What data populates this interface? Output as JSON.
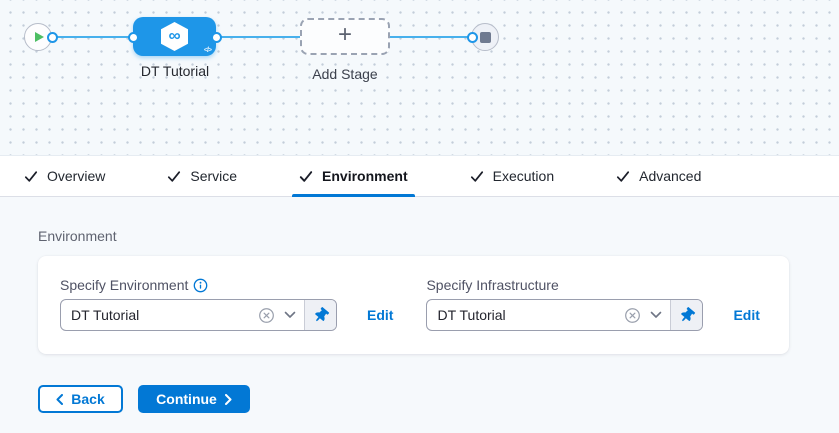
{
  "pipeline": {
    "stage_label": "DT Tutorial",
    "stage_code_glyph": "</>",
    "stage_infinity_glyph": "∞",
    "add_stage_label": "Add Stage",
    "add_stage_plus": "+"
  },
  "tabs": [
    {
      "label": "Overview",
      "active": false
    },
    {
      "label": "Service",
      "active": false
    },
    {
      "label": "Environment",
      "active": true
    },
    {
      "label": "Execution",
      "active": false
    },
    {
      "label": "Advanced",
      "active": false
    }
  ],
  "environment_section": {
    "title": "Environment",
    "fields": [
      {
        "label": "Specify Environment",
        "value": "DT Tutorial",
        "edit": "Edit"
      },
      {
        "label": "Specify Infrastructure",
        "value": "DT Tutorial",
        "edit": "Edit"
      }
    ]
  },
  "footer": {
    "back": "Back",
    "continue": "Continue"
  },
  "colors": {
    "primary_blue": "#0278d5",
    "node_blue": "#1e96e8",
    "edge_blue": "#47b0ec",
    "play_green": "#4dbe63",
    "stop_gray": "#6f7a90"
  }
}
